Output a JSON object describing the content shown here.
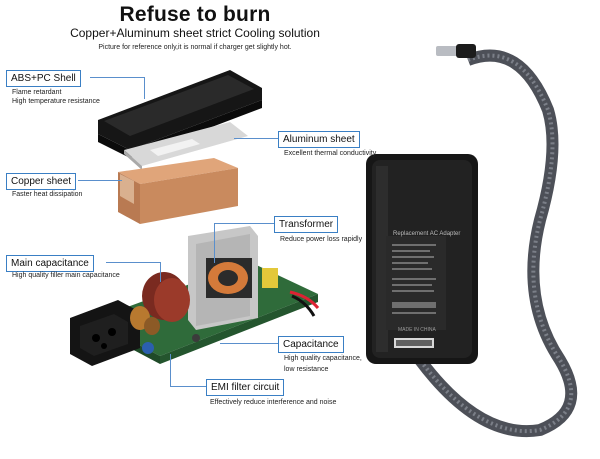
{
  "header": {
    "title": "Refuse to burn",
    "subtitle": "Copper+Aluminum sheet strict Cooling solution",
    "note": "Picture for reference only,it is normal if charger get slightly hot."
  },
  "callouts": {
    "shell": {
      "label": "ABS+PC Shell",
      "desc1": "Flame retardant",
      "desc2": "High temperature resistance"
    },
    "aluminum": {
      "label": "Aluminum sheet",
      "desc1": "Excellent thermal conductivity"
    },
    "copper": {
      "label": "Copper sheet",
      "desc1": "Faster heat dissipation"
    },
    "transformer": {
      "label": "Transformer",
      "desc1": "Reduce power loss rapidly"
    },
    "main_cap": {
      "label": "Main capacitance",
      "desc1": "High quality filler main capacitance"
    },
    "capacitance": {
      "label": "Capacitance",
      "desc1": "High quality capacitance,",
      "desc2": "low resistance"
    },
    "emi": {
      "label": "EMI filter circuit",
      "desc1": "Effectively reduce interference and noise"
    }
  },
  "adapter_label": {
    "heading": "Replacement AC Adapter",
    "made_in": "MADE IN CHINA"
  },
  "colors": {
    "callout_border": "#3a7fc4",
    "copper": "#c98a5e",
    "pcb": "#2f6b3a",
    "shell": "#1a1a1a"
  }
}
